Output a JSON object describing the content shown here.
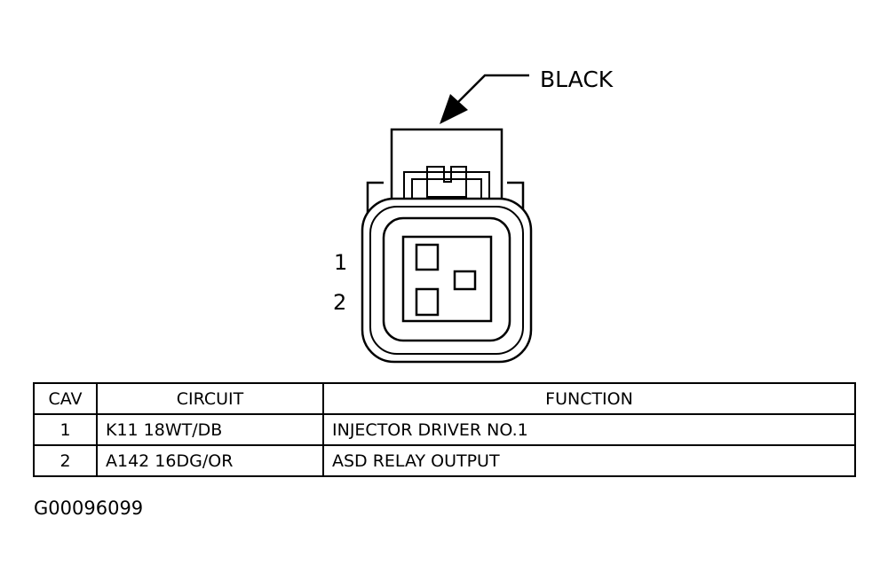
{
  "diagram": {
    "color_label": "BLACK",
    "pin_labels": [
      "1",
      "2"
    ]
  },
  "table": {
    "headers": [
      "CAV",
      "CIRCUIT",
      "FUNCTION"
    ],
    "rows": [
      {
        "cav": "1",
        "circuit": "K11 18WT/DB",
        "function": "INJECTOR DRIVER NO.1"
      },
      {
        "cav": "2",
        "circuit": "A142 16DG/OR",
        "function": "ASD RELAY OUTPUT"
      }
    ]
  },
  "figure_id": "G00096099",
  "colors": {
    "line": "#000000",
    "background": "#ffffff"
  }
}
